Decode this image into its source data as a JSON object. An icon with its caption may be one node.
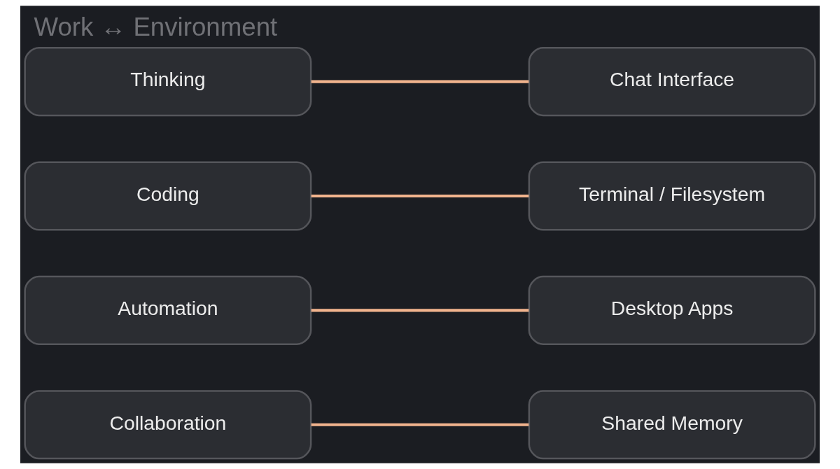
{
  "diagram": {
    "title": "Work ↔ Environment",
    "nodes": [
      {
        "text": [
          "Thinking"
        ]
      },
      {
        "text": [
          "Chat Interface"
        ]
      },
      {
        "text": [
          "Coding"
        ]
      },
      {
        "text": [
          "Terminal / Filesystem"
        ]
      },
      {
        "text": [
          "Automation"
        ]
      },
      {
        "text": [
          "Desktop Apps"
        ]
      },
      {
        "text": [
          "Collaboration"
        ]
      },
      {
        "text": [
          "Shared Memory"
        ]
      }
    ],
    "edges": [
      {
        "from": 0,
        "to": 1,
        "arrow": "none"
      },
      {
        "from": 2,
        "to": 3,
        "arrow": "none"
      },
      {
        "from": 4,
        "to": 5,
        "arrow": "none"
      },
      {
        "from": 6,
        "to": 7,
        "arrow": "none"
      }
    ]
  }
}
